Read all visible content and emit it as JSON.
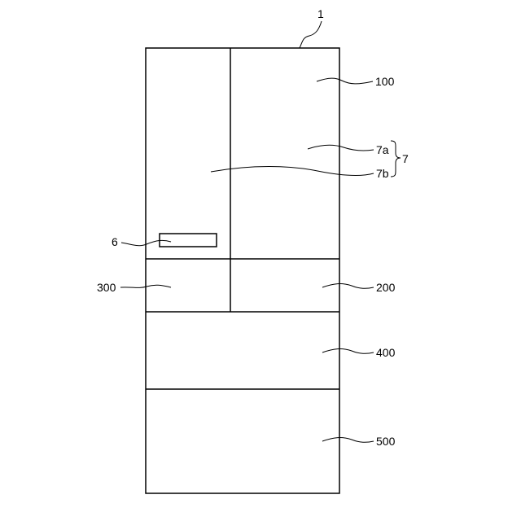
{
  "figure": {
    "labels": {
      "refrigerator": "1",
      "refrigerating_compartment": "100",
      "door_group": "7",
      "door_right": "7a",
      "door_left": "7b",
      "operation_panel": "6",
      "ice_compartment": "300",
      "switching_compartment": "200",
      "freezer_compartment": "400",
      "vegetable_compartment": "500"
    }
  }
}
